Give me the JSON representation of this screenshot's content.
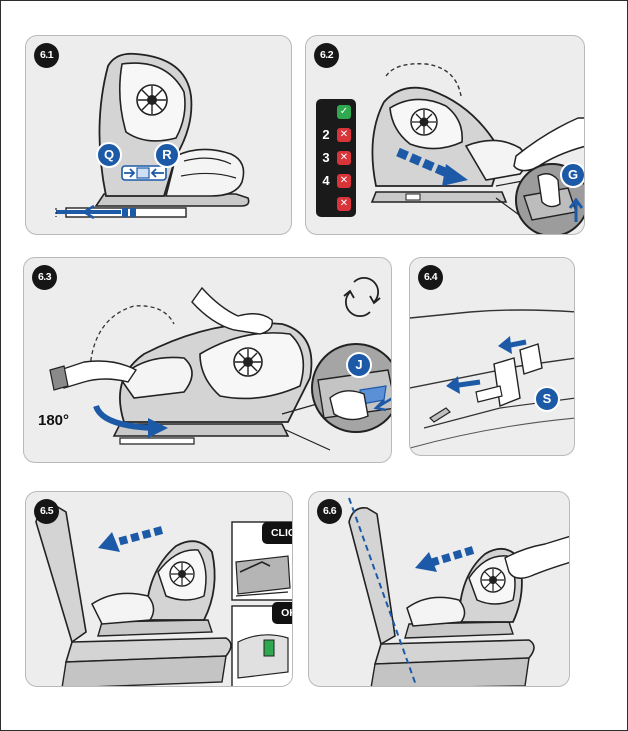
{
  "steps": {
    "s61": {
      "label": "6.1",
      "callouts": [
        "Q",
        "R"
      ]
    },
    "s62": {
      "label": "6.2",
      "status_rows": [
        {
          "num": "",
          "status": "ok",
          "mark": "✓"
        },
        {
          "num": "2",
          "status": "no",
          "mark": "✕"
        },
        {
          "num": "3",
          "status": "no",
          "mark": "✕"
        },
        {
          "num": "4",
          "status": "no",
          "mark": "✕"
        },
        {
          "num": "",
          "status": "no",
          "mark": "✕"
        }
      ],
      "callout": "G"
    },
    "s63": {
      "label": "6.3",
      "angle": "180°",
      "callout": "J",
      "rotate_icon": "rotate-arrows-icon"
    },
    "s64": {
      "label": "6.4",
      "callout": "S"
    },
    "s65": {
      "label": "6.5",
      "click_label": "CLICK",
      "ok_label": "OK"
    },
    "s66": {
      "label": "6.6"
    }
  },
  "colors": {
    "panel_bg": "#ededed",
    "panel_border": "#b9b9b9",
    "accent_blue": "#1c5aa8",
    "badge_black": "#161616",
    "ok_green": "#2fa84f",
    "error_red": "#d9343a"
  }
}
